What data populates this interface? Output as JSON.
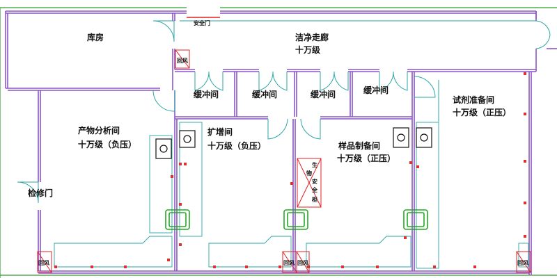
{
  "colors": {
    "wall": "#8a55c8",
    "outer": "#2e9e2e",
    "door": "#2aa6a6",
    "red": "#e02020",
    "bench": "#2aa6a6",
    "green": "#22aa22"
  },
  "rooms": {
    "storage": {
      "name": "库房"
    },
    "corridor": {
      "name": "洁净走廊",
      "grade": "十万级"
    },
    "buffer1": {
      "name": "缓冲间"
    },
    "buffer2": {
      "name": "缓冲间"
    },
    "buffer3": {
      "name": "缓冲间"
    },
    "buffer4": {
      "name": "缓冲间"
    },
    "analysis": {
      "name": "产物分析间",
      "grade": "十万级（负压）"
    },
    "amplification": {
      "name": "扩增间",
      "grade": "十万级（负压）"
    },
    "sample_prep": {
      "name": "样品制备间",
      "grade": "十万级（正压）"
    },
    "reagent_prep": {
      "name": "试剂准备间",
      "grade": "十万级（正压）"
    }
  },
  "labels": {
    "safety_door": "安全门",
    "maintenance_door": "检修门",
    "biosafety_cabinet": [
      "生",
      "物",
      "安",
      "全",
      "柜"
    ],
    "return_air": [
      "回风",
      "回风",
      "回风",
      "回风",
      "回风"
    ]
  }
}
